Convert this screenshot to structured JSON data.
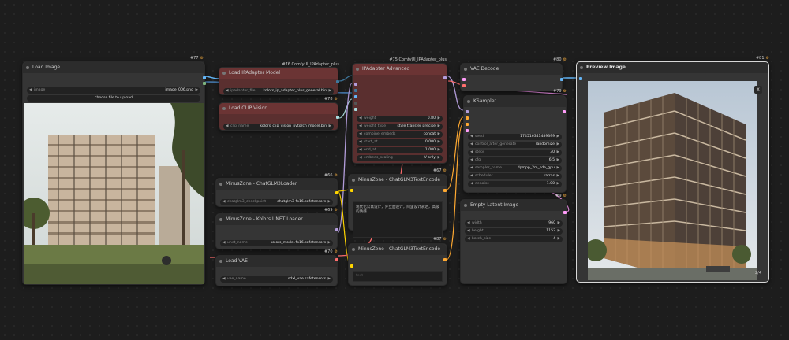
{
  "nodes": {
    "load_image": {
      "id": "#77",
      "title": "Load Image",
      "widget_label": "image",
      "widget_value": "image_006.png",
      "upload_label": "choose file to upload"
    },
    "ipadapter_model": {
      "id": "#76 ComfyUI_IPAdapter_plus",
      "title": "Load IPAdapter Model",
      "widget_label": "ipadapter_file",
      "widget_value": "kolors_ip_adapter_plus_general.bin"
    },
    "clip_vision": {
      "id": "#78",
      "title": "Load CLIP Vision",
      "widget_label": "clip_name",
      "widget_value": "kolors_clip_vision_pytorch_model.bin"
    },
    "ipadapter_adv": {
      "id": "#75 ComfyUI_IPAdapter_plus",
      "title": "IPAdapter Advanced",
      "widgets": [
        {
          "label": "weight",
          "value": "0.80"
        },
        {
          "label": "weight_type",
          "value": "style transfer precise"
        },
        {
          "label": "combine_embeds",
          "value": "concat"
        },
        {
          "label": "start_at",
          "value": "0.000"
        },
        {
          "label": "end_at",
          "value": "1.000"
        },
        {
          "label": "embeds_scaling",
          "value": "V only"
        }
      ]
    },
    "vae_decode": {
      "id": "#80",
      "title": "VAE Decode"
    },
    "ksampler": {
      "id": "#79",
      "title": "KSampler",
      "widgets": [
        {
          "label": "seed",
          "value": "174516341489399"
        },
        {
          "label": "control_after_generate",
          "value": "randomize"
        },
        {
          "label": "steps",
          "value": "30"
        },
        {
          "label": "cfg",
          "value": "6.5"
        },
        {
          "label": "sampler_name",
          "value": "dpmpp_2m_sde_gpu"
        },
        {
          "label": "scheduler",
          "value": "karras"
        },
        {
          "label": "denoise",
          "value": "1.00"
        }
      ]
    },
    "preview": {
      "id": "#81",
      "title": "Preview Image",
      "counter": "2/4",
      "close": "x"
    },
    "chatglm_loader": {
      "id": "#66",
      "title": "MinusZone - ChatGLM3Loader",
      "widget_label": "chatglm3_checkpoint",
      "widget_value": "chatglm3-fp16.safetensors"
    },
    "kolors_unet": {
      "id": "#69",
      "title": "MinusZone - Kolors UNET Loader",
      "widget_label": "unet_name",
      "widget_value": "kolors_model.fp16.safetensors"
    },
    "load_vae": {
      "id": "#70",
      "title": "Load VAE",
      "widget_label": "vae_name",
      "widget_value": "sdxl_vae.safetensors"
    },
    "text_encode_pos": {
      "id": "#67",
      "title": "MinusZone - ChatGLM3TextEncode",
      "text": "现代化公寓设计，外立面设计，阿里设计表达，高级的质感"
    },
    "text_encode_neg": {
      "id": "#87",
      "title": "MinusZone - ChatGLM3TextEncode",
      "placeholder": "text"
    },
    "empty_latent": {
      "id": "#9",
      "title": "Empty Latent Image",
      "widgets": [
        {
          "label": "width",
          "value": "960"
        },
        {
          "label": "height",
          "value": "1152"
        },
        {
          "label": "batch_size",
          "value": "4"
        }
      ]
    }
  },
  "colors": {
    "model": "#b39ddb",
    "clip": "#ffd500",
    "vae": "#ff6e6e",
    "image": "#64b5f6",
    "latent": "#ff9cf9",
    "conditioning": "#ffa931",
    "ipadapter": "#3f789e",
    "clip_vision": "#a8dadc"
  }
}
